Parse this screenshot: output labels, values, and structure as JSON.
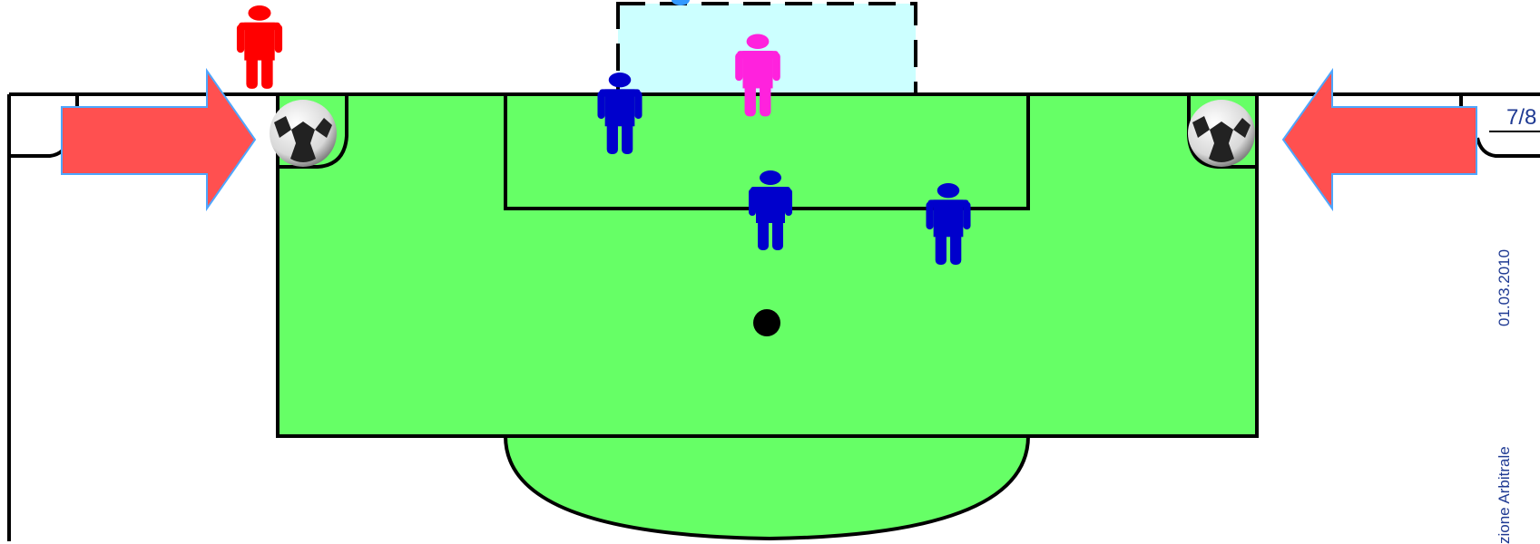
{
  "slide": {
    "page_number": "7/8",
    "footer_date": "01.03.2010",
    "footer_title": "zione Arbitrale"
  },
  "colors": {
    "pitch_green": "#66ff66",
    "attacker": "#ff0000",
    "defender": "#0000cc",
    "goalkeeper": "#ff22dd",
    "arrow": "#ff5050",
    "goal_area": "#ccffff",
    "line": "#000000"
  },
  "icons": {
    "player": "player-icon",
    "ball": "soccer-ball-icon",
    "arrow": "arrow-icon"
  }
}
